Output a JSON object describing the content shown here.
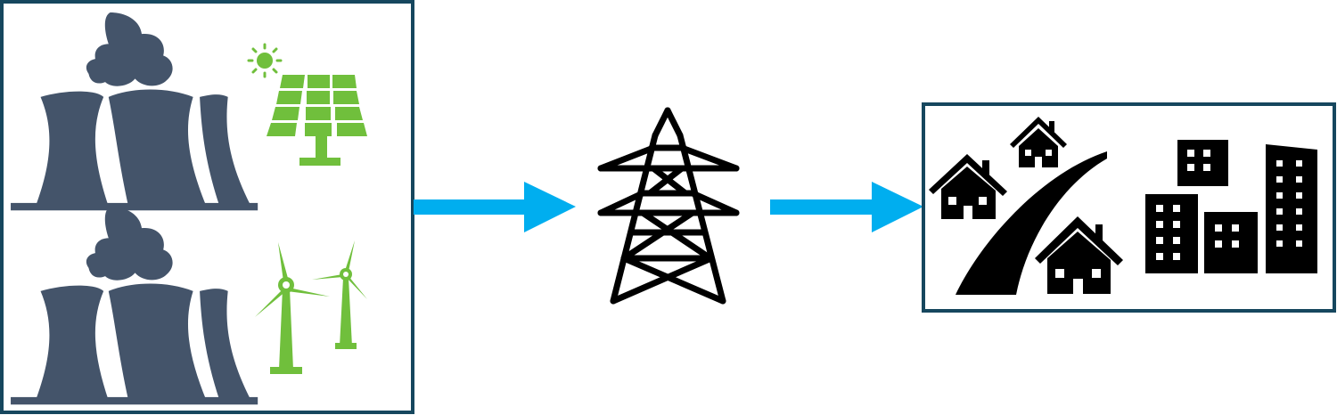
{
  "diagram": {
    "type": "flow",
    "nodes": [
      {
        "id": "generation",
        "icons": [
          "cooling-tower-icon",
          "solar-panel-icon",
          "cooling-tower-icon",
          "wind-turbine-icon"
        ]
      },
      {
        "id": "transmission",
        "icons": [
          "transmission-tower-icon"
        ]
      },
      {
        "id": "consumption",
        "icons": [
          "houses-icon",
          "road-icon",
          "city-buildings-icon"
        ]
      }
    ],
    "edges": [
      {
        "from": "generation",
        "to": "transmission"
      },
      {
        "from": "transmission",
        "to": "consumption"
      }
    ]
  },
  "colors": {
    "frame": "#16475e",
    "plant": "#44546a",
    "renewable": "#70bf3c",
    "arrow": "#00aeef",
    "icon_dark": "#000000"
  }
}
